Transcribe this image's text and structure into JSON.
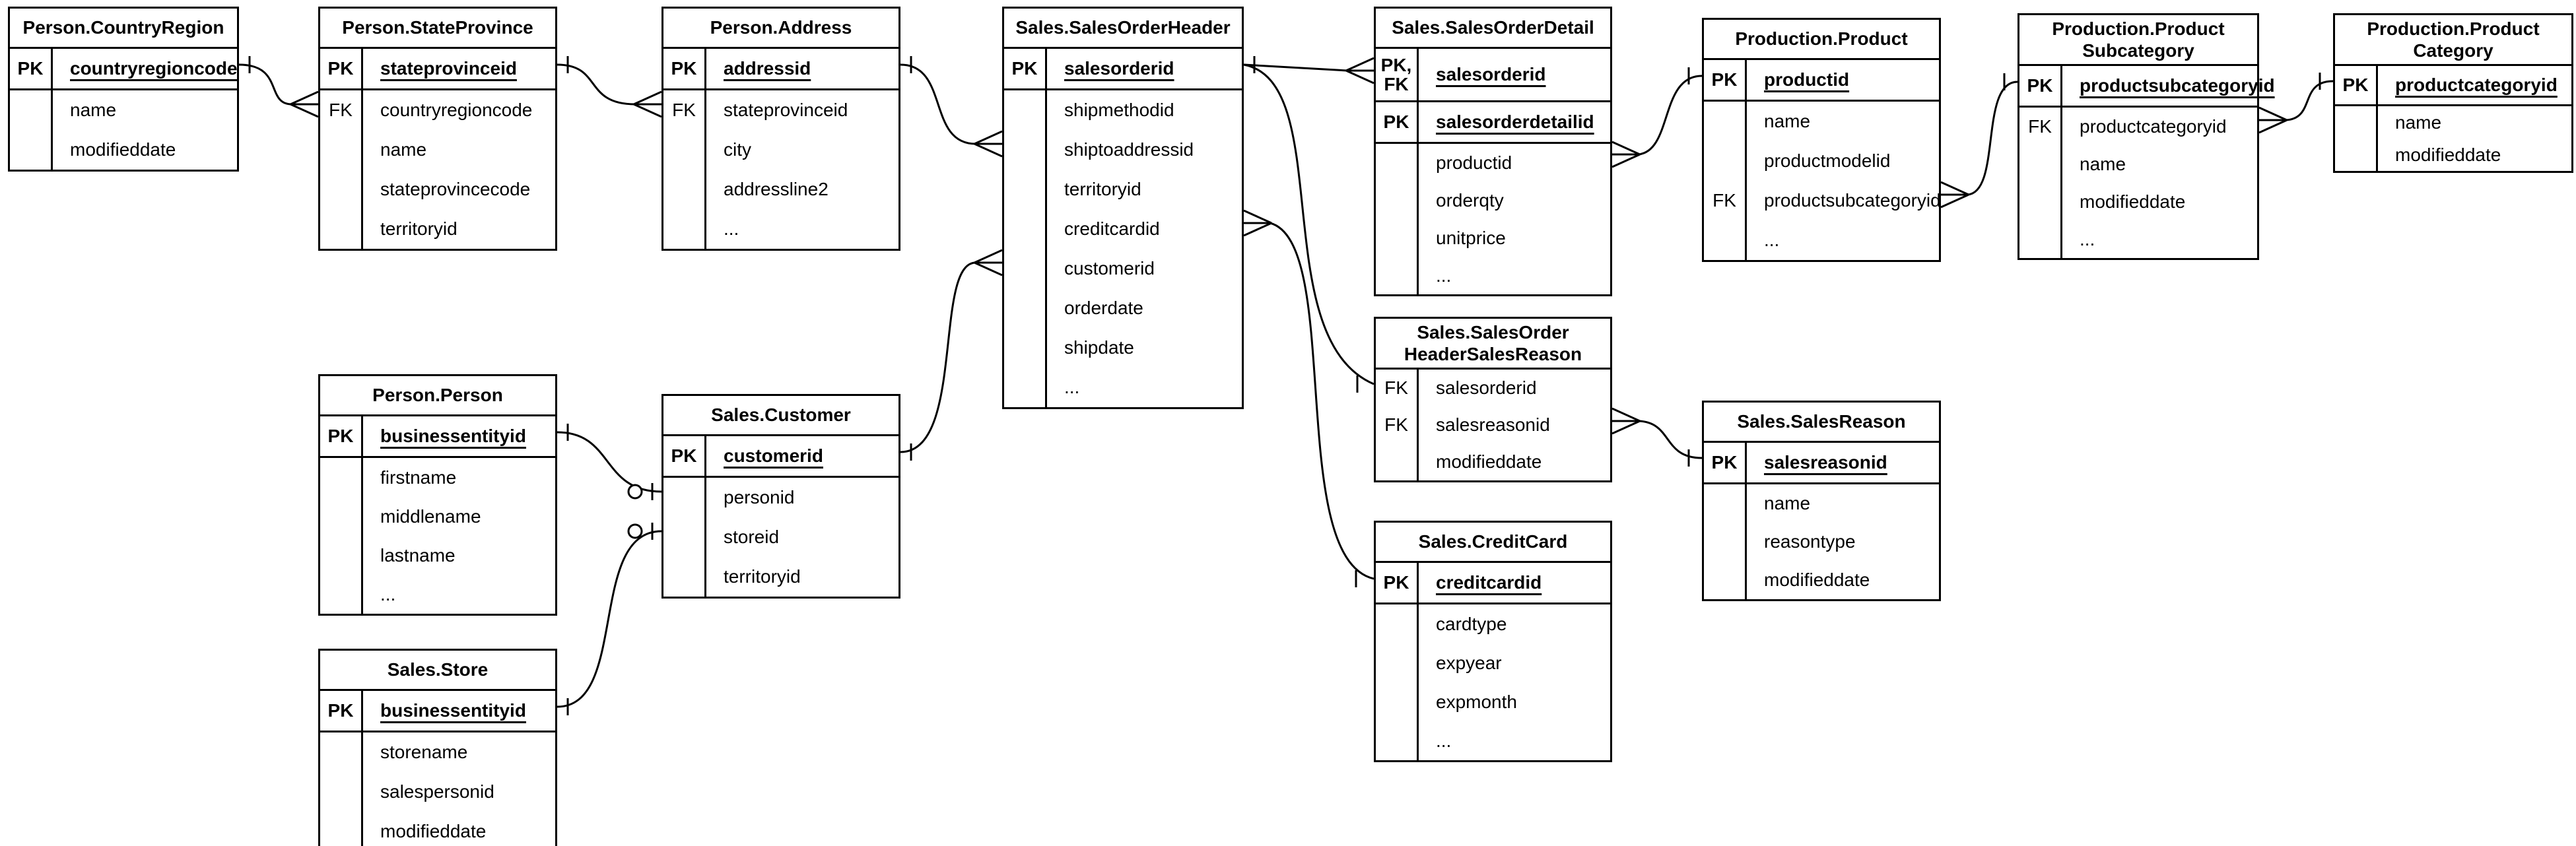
{
  "diagram": {
    "type": "entity-relationship-diagram",
    "background_color": "#ffffff",
    "line_color": "#000000",
    "tables": [
      {
        "id": "person-countryregion",
        "title": "Person.CountryRegion",
        "title_lines": [
          "Person.CountryRegion"
        ],
        "sections": [
          {
            "rows": [
              {
                "key": "PK",
                "field": "countryregioncode",
                "pk": true
              }
            ]
          },
          {
            "rows": [
              {
                "key": "",
                "field": "name"
              },
              {
                "key": "",
                "field": "modifieddate"
              }
            ]
          }
        ]
      },
      {
        "id": "person-stateprovince",
        "title": "Person.StateProvince",
        "title_lines": [
          "Person.StateProvince"
        ],
        "sections": [
          {
            "rows": [
              {
                "key": "PK",
                "field": "stateprovinceid",
                "pk": true
              }
            ]
          },
          {
            "rows": [
              {
                "key": "FK",
                "field": "countryregioncode"
              },
              {
                "key": "",
                "field": "name"
              },
              {
                "key": "",
                "field": "stateprovincecode"
              },
              {
                "key": "",
                "field": "territoryid"
              }
            ]
          }
        ]
      },
      {
        "id": "person-address",
        "title": "Person.Address",
        "title_lines": [
          "Person.Address"
        ],
        "sections": [
          {
            "rows": [
              {
                "key": "PK",
                "field": "addressid",
                "pk": true
              }
            ]
          },
          {
            "rows": [
              {
                "key": "FK",
                "field": "stateprovinceid"
              },
              {
                "key": "",
                "field": "city"
              },
              {
                "key": "",
                "field": "addressline2"
              },
              {
                "key": "",
                "field": "..."
              }
            ]
          }
        ]
      },
      {
        "id": "sales-salesorderheader",
        "title": "Sales.SalesOrderHeader",
        "title_lines": [
          "Sales.SalesOrderHeader"
        ],
        "sections": [
          {
            "rows": [
              {
                "key": "PK",
                "field": "salesorderid",
                "pk": true
              }
            ]
          },
          {
            "rows": [
              {
                "key": "",
                "field": "shipmethodid"
              },
              {
                "key": "",
                "field": "shiptoaddressid"
              },
              {
                "key": "",
                "field": "territoryid"
              },
              {
                "key": "",
                "field": "creditcardid"
              },
              {
                "key": "",
                "field": "customerid"
              },
              {
                "key": "",
                "field": "orderdate"
              },
              {
                "key": "",
                "field": "shipdate"
              },
              {
                "key": "",
                "field": "..."
              }
            ]
          }
        ]
      },
      {
        "id": "sales-salesorderdetail",
        "title": "Sales.SalesOrderDetail",
        "title_lines": [
          "Sales.SalesOrderDetail"
        ],
        "sections": [
          {
            "rows": [
              {
                "key": "PK,\nFK",
                "field": "salesorderid",
                "pk": true
              }
            ]
          },
          {
            "rows": [
              {
                "key": "PK",
                "field": "salesorderdetailid",
                "pk": true
              }
            ]
          },
          {
            "rows": [
              {
                "key": "",
                "field": "productid"
              },
              {
                "key": "",
                "field": "orderqty"
              },
              {
                "key": "",
                "field": "unitprice"
              },
              {
                "key": "",
                "field": "..."
              }
            ]
          }
        ]
      },
      {
        "id": "production-product",
        "title": "Production.Product",
        "title_lines": [
          "Production.Product"
        ],
        "sections": [
          {
            "rows": [
              {
                "key": "PK",
                "field": "productid",
                "pk": true
              }
            ]
          },
          {
            "rows": [
              {
                "key": "",
                "field": "name"
              },
              {
                "key": "",
                "field": "productmodelid"
              },
              {
                "key": "FK",
                "field": "productsubcategoryid"
              },
              {
                "key": "",
                "field": "..."
              }
            ]
          }
        ]
      },
      {
        "id": "production-productsubcategory",
        "title": "Production.Product Subcategory",
        "title_lines": [
          "Production.Product",
          "Subcategory"
        ],
        "sections": [
          {
            "rows": [
              {
                "key": "PK",
                "field": "productsubcategoryid",
                "pk": true
              }
            ]
          },
          {
            "rows": [
              {
                "key": "FK",
                "field": "productcategoryid"
              },
              {
                "key": "",
                "field": "name"
              },
              {
                "key": "",
                "field": "modifieddate"
              },
              {
                "key": "",
                "field": "..."
              }
            ]
          }
        ]
      },
      {
        "id": "production-productcategory",
        "title": "Production.Product Category",
        "title_lines": [
          "Production.Product",
          "Category"
        ],
        "sections": [
          {
            "rows": [
              {
                "key": "PK",
                "field": "productcategoryid",
                "pk": true
              }
            ]
          },
          {
            "rows": [
              {
                "key": "",
                "field": "name"
              },
              {
                "key": "",
                "field": "modifieddate"
              }
            ]
          }
        ]
      },
      {
        "id": "sales-salesorderheadersalesreason",
        "title": "Sales.SalesOrder HeaderSalesReason",
        "title_lines": [
          "Sales.SalesOrder",
          "HeaderSalesReason"
        ],
        "sections": [
          {
            "rows": [
              {
                "key": "FK",
                "field": "salesorderid"
              },
              {
                "key": "FK",
                "field": "salesreasonid"
              },
              {
                "key": "",
                "field": "modifieddate"
              }
            ]
          }
        ]
      },
      {
        "id": "sales-salesreason",
        "title": "Sales.SalesReason",
        "title_lines": [
          "Sales.SalesReason"
        ],
        "sections": [
          {
            "rows": [
              {
                "key": "PK",
                "field": "salesreasonid",
                "pk": true
              }
            ]
          },
          {
            "rows": [
              {
                "key": "",
                "field": "name"
              },
              {
                "key": "",
                "field": "reasontype"
              },
              {
                "key": "",
                "field": "modifieddate"
              }
            ]
          }
        ]
      },
      {
        "id": "sales-creditcard",
        "title": "Sales.CreditCard",
        "title_lines": [
          "Sales.CreditCard"
        ],
        "sections": [
          {
            "rows": [
              {
                "key": "PK",
                "field": "creditcardid",
                "pk": true
              }
            ]
          },
          {
            "rows": [
              {
                "key": "",
                "field": "cardtype"
              },
              {
                "key": "",
                "field": "expyear"
              },
              {
                "key": "",
                "field": "expmonth"
              },
              {
                "key": "",
                "field": "..."
              }
            ]
          }
        ]
      },
      {
        "id": "person-person",
        "title": "Person.Person",
        "title_lines": [
          "Person.Person"
        ],
        "sections": [
          {
            "rows": [
              {
                "key": "PK",
                "field": "businessentityid",
                "pk": true
              }
            ]
          },
          {
            "rows": [
              {
                "key": "",
                "field": "firstname"
              },
              {
                "key": "",
                "field": "middlename"
              },
              {
                "key": "",
                "field": "lastname"
              },
              {
                "key": "",
                "field": "..."
              }
            ]
          }
        ]
      },
      {
        "id": "sales-customer",
        "title": "Sales.Customer",
        "title_lines": [
          "Sales.Customer"
        ],
        "sections": [
          {
            "rows": [
              {
                "key": "PK",
                "field": "customerid",
                "pk": true
              }
            ]
          },
          {
            "rows": [
              {
                "key": "",
                "field": "personid"
              },
              {
                "key": "",
                "field": "storeid"
              },
              {
                "key": "",
                "field": "territoryid"
              }
            ]
          }
        ]
      },
      {
        "id": "sales-store",
        "title": "Sales.Store",
        "title_lines": [
          "Sales.Store"
        ],
        "sections": [
          {
            "rows": [
              {
                "key": "PK",
                "field": "businessentityid",
                "pk": true
              }
            ]
          },
          {
            "rows": [
              {
                "key": "",
                "field": "storename"
              },
              {
                "key": "",
                "field": "salespersonid"
              },
              {
                "key": "",
                "field": "modifieddate"
              }
            ]
          }
        ]
      }
    ],
    "relationships": [
      {
        "from": "Person.CountryRegion.countryregioncode",
        "to": "Person.StateProvince.countryregioncode",
        "from_card": "one",
        "to_card": "many"
      },
      {
        "from": "Person.StateProvince.stateprovinceid",
        "to": "Person.Address.stateprovinceid",
        "from_card": "one",
        "to_card": "many"
      },
      {
        "from": "Person.Address.addressid",
        "to": "Sales.SalesOrderHeader.shiptoaddressid",
        "from_card": "one",
        "to_card": "many"
      },
      {
        "from": "Sales.Customer.customerid",
        "to": "Sales.SalesOrderHeader.customerid",
        "from_card": "one",
        "to_card": "many"
      },
      {
        "from": "Sales.SalesOrderHeader.salesorderid",
        "to": "Sales.SalesOrderDetail.salesorderid",
        "from_card": "one",
        "to_card": "many"
      },
      {
        "from": "Sales.SalesOrderHeader.salesorderid",
        "to": "Sales.SalesOrderHeaderSalesReason.salesorderid",
        "from_card": "one",
        "to_card": "one"
      },
      {
        "from": "Sales.SalesOrderHeader.creditcardid",
        "to": "Sales.CreditCard.creditcardid",
        "from_card": "many",
        "to_card": "one"
      },
      {
        "from": "Sales.SalesOrderDetail.productid",
        "to": "Production.Product.productid",
        "from_card": "many",
        "to_card": "one"
      },
      {
        "from": "Production.Product.productsubcategoryid",
        "to": "Production.ProductSubcategory.productsubcategoryid",
        "from_card": "many",
        "to_card": "one"
      },
      {
        "from": "Production.ProductSubcategory.productcategoryid",
        "to": "Production.ProductCategory.productcategoryid",
        "from_card": "many",
        "to_card": "one"
      },
      {
        "from": "Sales.SalesOrderHeaderSalesReason.salesreasonid",
        "to": "Sales.SalesReason.salesreasonid",
        "from_card": "many",
        "to_card": "one"
      },
      {
        "from": "Person.Person.businessentityid",
        "to": "Sales.Customer.personid",
        "from_card": "one",
        "to_card": "zero-or-one"
      },
      {
        "from": "Sales.Store.businessentityid",
        "to": "Sales.Customer.storeid",
        "from_card": "one",
        "to_card": "zero-or-one"
      }
    ]
  }
}
